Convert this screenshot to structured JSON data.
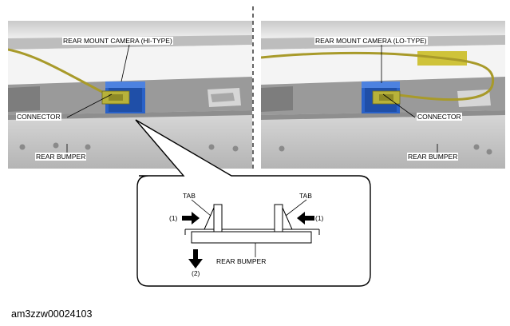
{
  "labels": {
    "left_camera": "REAR MOUNT CAMERA (HI-TYPE)",
    "right_camera": "REAR MOUNT CAMERA (LO-TYPE)",
    "connector": "CONNECTOR",
    "rear_bumper": "REAR BUMPER",
    "tab": "TAB",
    "step1": "(1)",
    "step2": "(2)"
  },
  "figure_code": "am3zzw00024103"
}
